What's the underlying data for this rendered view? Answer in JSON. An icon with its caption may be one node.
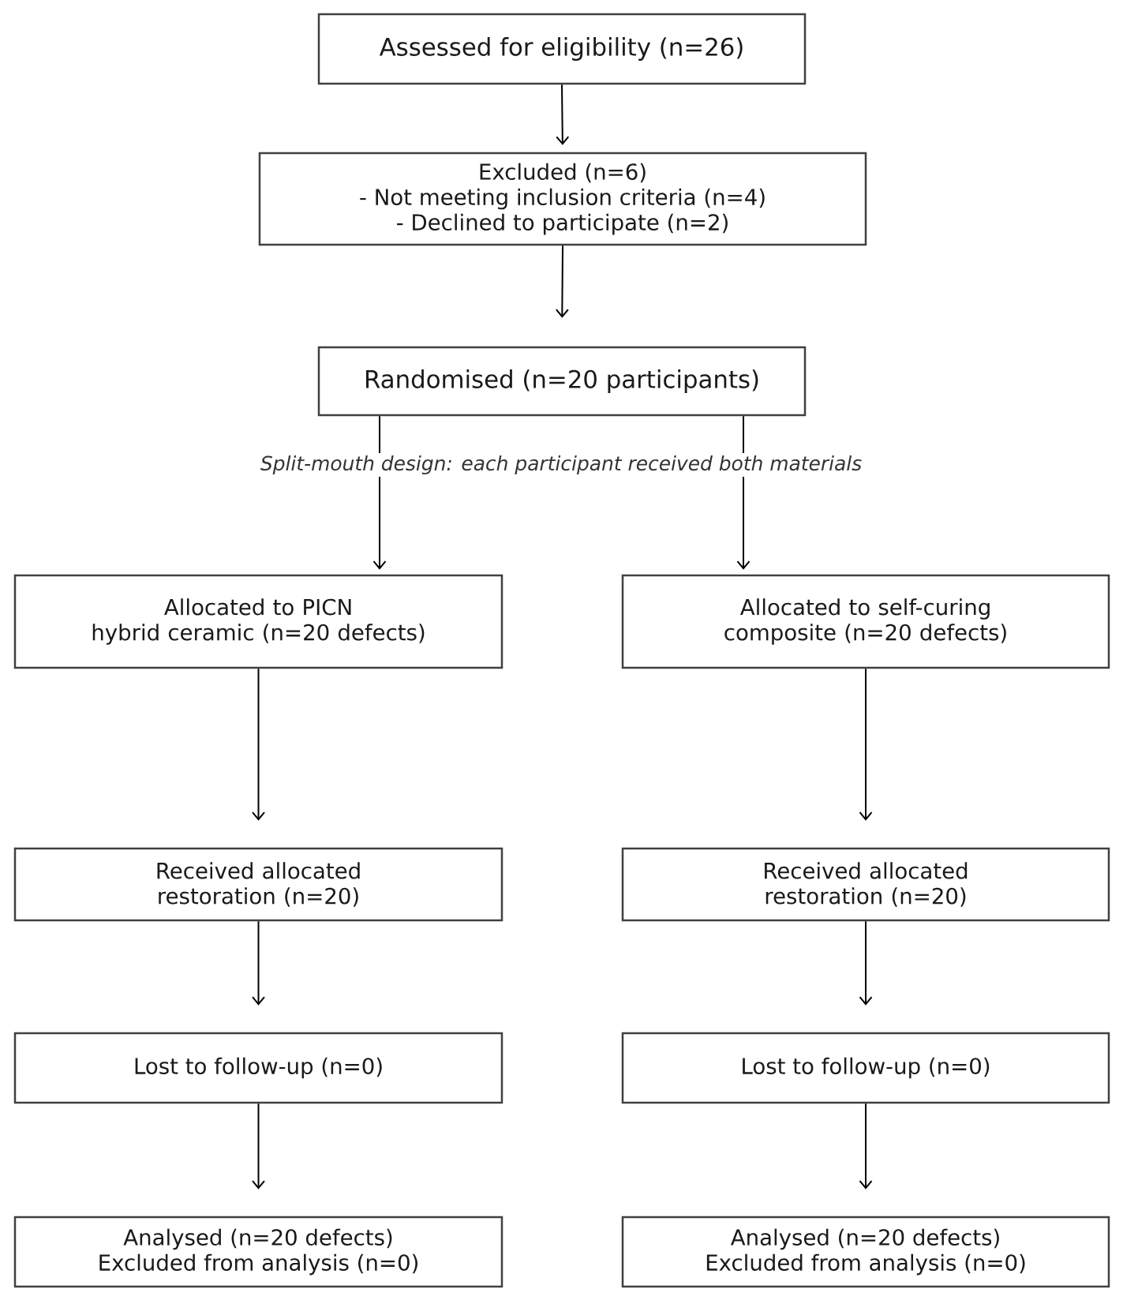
{
  "diagram": {
    "nodes": [
      {
        "text": [
          "Assessed for eligibility (n=26)"
        ]
      },
      {
        "text": [
          "Excluded (n=6)",
          "- Not meeting inclusion criteria (n=4)",
          "- Declined to participate (n=2)"
        ]
      },
      {
        "text": [
          "Randomised (n=20 participants)"
        ]
      },
      {
        "text": [
          "Allocated to PICN hybrid ceramic (n=20 defects)"
        ]
      },
      {
        "text": [
          "Allocated to self-curing composite (n=20 defects)"
        ]
      },
      {
        "text": [
          "Received allocated restoration (n=20)"
        ]
      },
      {
        "text": [
          "Received allocated restoration (n=20)"
        ]
      },
      {
        "text": [
          "Lost to follow-up (n=0)"
        ]
      },
      {
        "text": [
          "Lost to follow-up (n=0)"
        ]
      },
      {
        "text": [
          "Analysed (n=20 defects)",
          "Excluded from analysis (n=0)"
        ]
      },
      {
        "text": [
          "Analysed (n=20 defects)",
          "Excluded from analysis (n=0)"
        ]
      }
    ],
    "edges": [
      {
        "from": 0,
        "to": 1,
        "arrow": "to"
      },
      {
        "from": 1,
        "to": 2,
        "arrow": "to"
      },
      {
        "from": 2,
        "to": 3,
        "arrow": "to"
      },
      {
        "from": 2,
        "to": 4,
        "arrow": "to"
      },
      {
        "from": 3,
        "to": 5,
        "arrow": "to"
      },
      {
        "from": 4,
        "to": 6,
        "arrow": "to"
      },
      {
        "from": 5,
        "to": 7,
        "arrow": "to"
      },
      {
        "from": 6,
        "to": 8,
        "arrow": "to"
      },
      {
        "from": 7,
        "to": 9,
        "arrow": "to"
      },
      {
        "from": 8,
        "to": 10,
        "arrow": "to"
      }
    ],
    "labels": [
      "Split-mouth design: each participant received both materials"
    ]
  }
}
